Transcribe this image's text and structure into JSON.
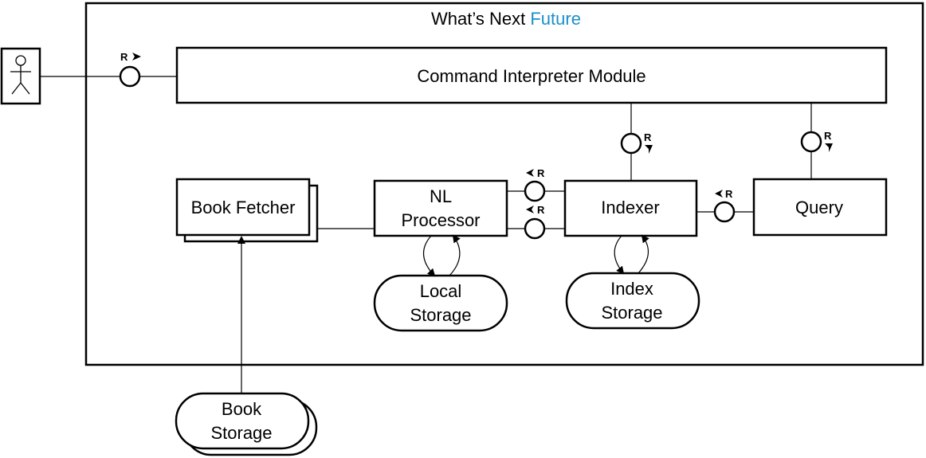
{
  "title": {
    "text": "What’s Next ",
    "accent": "Future",
    "accent_color": "#1a8fc9"
  },
  "command_interpreter": {
    "label": "Command Interpreter Module"
  },
  "book_fetcher": {
    "label": "Book Fetcher"
  },
  "nl_processor": {
    "line1": "NL",
    "line2": "Processor"
  },
  "indexer": {
    "label": "Indexer"
  },
  "query": {
    "label": "Query"
  },
  "local_storage": {
    "line1": "Local",
    "line2": "Storage"
  },
  "index_storage": {
    "line1": "Index",
    "line2": "Storage"
  },
  "book_storage": {
    "line1": "Book",
    "line2": "Storage"
  },
  "ports": {
    "actor_ci": "R",
    "ci_indexer": "R",
    "ci_query": "R",
    "nl_indexer_top": "R",
    "nl_indexer_bottom": "R",
    "indexer_query": "R"
  },
  "icons": {
    "actor": "stick-figure-actor-icon"
  }
}
